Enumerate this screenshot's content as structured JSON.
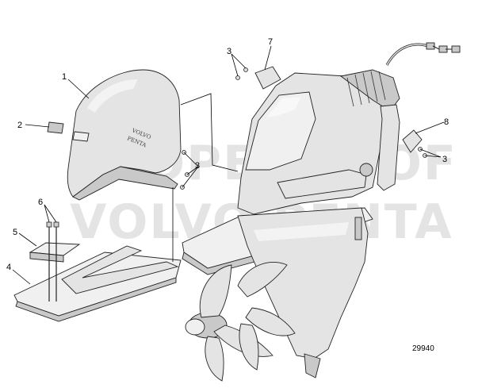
{
  "diagram": {
    "callouts": [
      "1",
      "2",
      "3",
      "3",
      "3",
      "4",
      "5",
      "6",
      "7",
      "8"
    ],
    "brand_text": [
      "VOLVO",
      "PENTA"
    ],
    "watermark": [
      "PROPERTY OF",
      "VOLVO PENTA"
    ],
    "reference_number": "29940"
  },
  "colors": {
    "part_fill": "#e4e4e4",
    "line": "#222222",
    "watermark": "#cfcfcf"
  }
}
